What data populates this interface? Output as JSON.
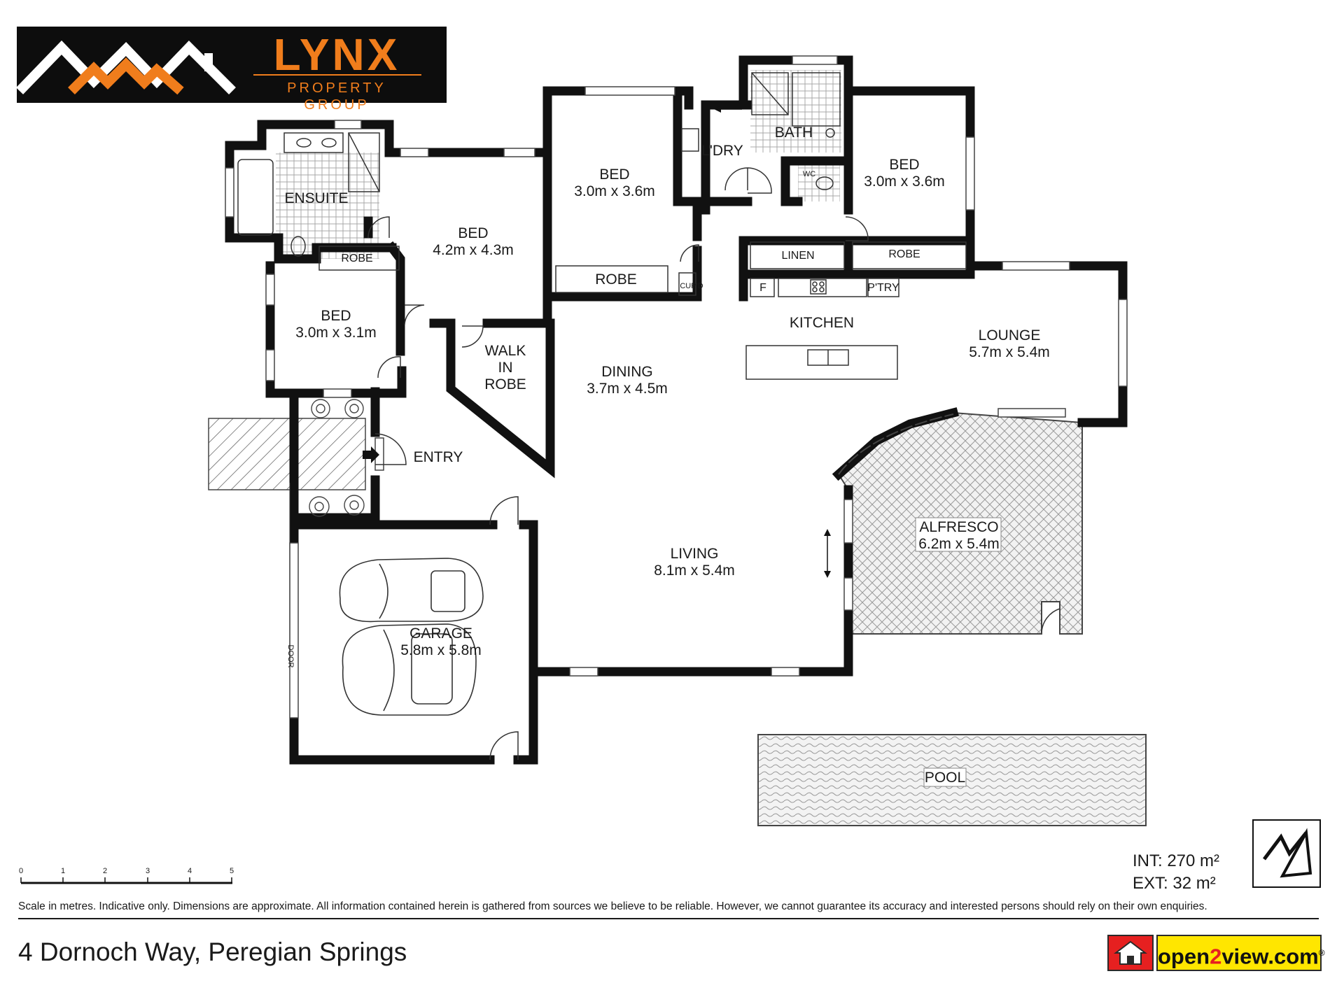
{
  "brand": {
    "name": "LYNX",
    "tagline": "PROPERTY GROUP",
    "accent_color": "#f07d1c",
    "background_color": "#0d0d0d"
  },
  "rooms": {
    "ensuite": {
      "name": "ENSUITE"
    },
    "bed_master": {
      "name": "BED",
      "size": "4.2m x 4.3m"
    },
    "bed_2": {
      "name": "BED",
      "size": "3.0m x 3.6m"
    },
    "bed_3": {
      "name": "BED",
      "size": "3.0m x 3.6m"
    },
    "bed_4": {
      "name": "BED",
      "size": "3.0m x 3.1m"
    },
    "robe_small": {
      "name": "ROBE"
    },
    "robe_bed2": {
      "name": "ROBE"
    },
    "robe_bed3": {
      "name": "ROBE"
    },
    "walk_in_robe": {
      "line1": "WALK",
      "line2": "IN",
      "line3": "ROBE"
    },
    "laundry": {
      "name": "L'DRY"
    },
    "bath": {
      "name": "BATH"
    },
    "wc": {
      "name": "WC"
    },
    "linen": {
      "name": "LINEN"
    },
    "cupboard": {
      "name": "CUP'D"
    },
    "fridge": {
      "name": "F"
    },
    "pantry": {
      "name": "P'TRY"
    },
    "kitchen": {
      "name": "KITCHEN"
    },
    "dining": {
      "name": "DINING",
      "size": "3.7m x 4.5m"
    },
    "lounge": {
      "name": "LOUNGE",
      "size": "5.7m x 5.4m"
    },
    "entry": {
      "name": "ENTRY"
    },
    "living": {
      "name": "LIVING",
      "size": "8.1m x 5.4m"
    },
    "alfresco": {
      "name": "ALFRESCO",
      "size": "6.2m x 5.4m"
    },
    "garage": {
      "name": "GARAGE",
      "size": "5.8m x 5.8m"
    },
    "garage_door": {
      "name": "DOOR"
    },
    "pool": {
      "name": "POOL"
    }
  },
  "scale": {
    "ticks": [
      "0",
      "1",
      "2",
      "3",
      "4",
      "5"
    ]
  },
  "areas": {
    "interior": "INT: 270 m²",
    "exterior": "EXT: 32 m²"
  },
  "disclaimer": "Scale in metres. Indicative only. Dimensions are approximate. All information contained herein is gathered from sources we believe to be reliable. However, we cannot guarantee its accuracy and interested persons should rely on their own enquiries.",
  "address": "4 Dornoch Way, Peregian Springs",
  "partner": {
    "part1": "open",
    "part2": "2",
    "part3": "view.com",
    "trademark": "®"
  },
  "icons": {
    "logo": "roof-outline-icon",
    "north": "north-arrow-icon",
    "partner_house": "house-icon",
    "car": "car-top-view-icon",
    "plant": "plant-icon"
  }
}
